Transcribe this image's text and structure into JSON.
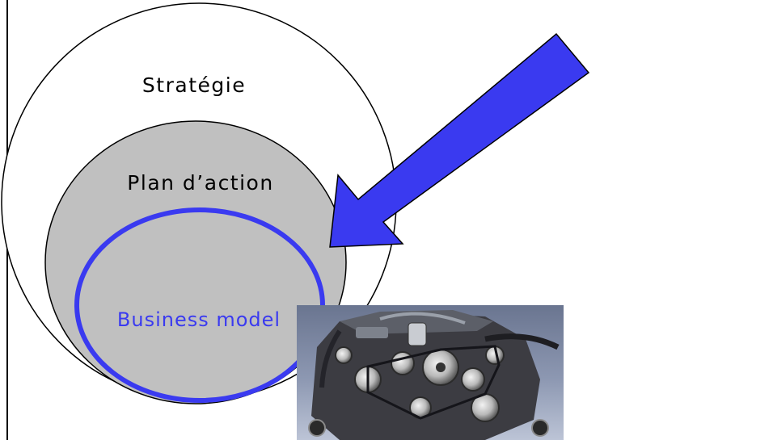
{
  "diagram": {
    "outer_label": "Stratégie",
    "middle_label": "Plan d’action",
    "inner_label": "Business model"
  },
  "colors": {
    "outer_fill": "#ffffff",
    "middle_fill": "#c0c0c0",
    "inner_stroke": "#3a3af0",
    "inner_text": "#3a3af0",
    "arrow_fill": "#3a3af0",
    "outline": "#000000"
  },
  "image": {
    "subject": "car-engine-photo"
  }
}
